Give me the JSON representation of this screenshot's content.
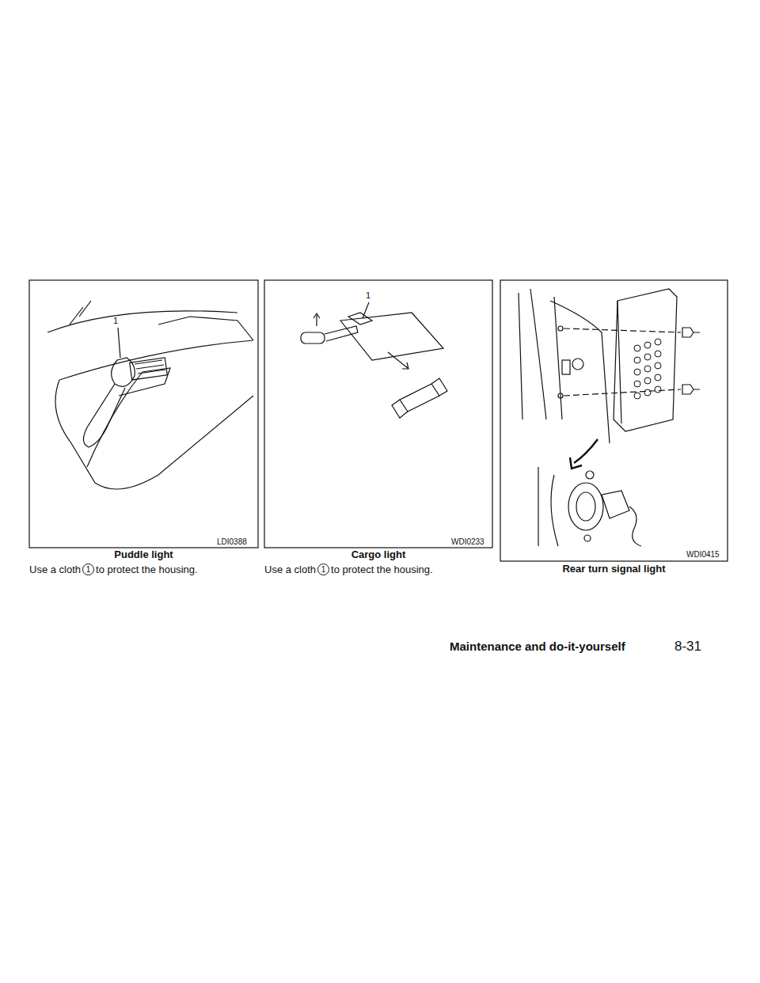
{
  "diagram": {
    "labels": [
      "1",
      "LDI0388",
      "Puddle light",
      "Use a cloth",
      "1",
      "to protect the housing.",
      "1",
      "WDI0233",
      "Cargo light",
      "Use a cloth",
      "1",
      "to protect the housing.",
      "WDI0415",
      "Rear turn signal light",
      "Maintenance and do-it-yourself",
      "8-31"
    ]
  }
}
